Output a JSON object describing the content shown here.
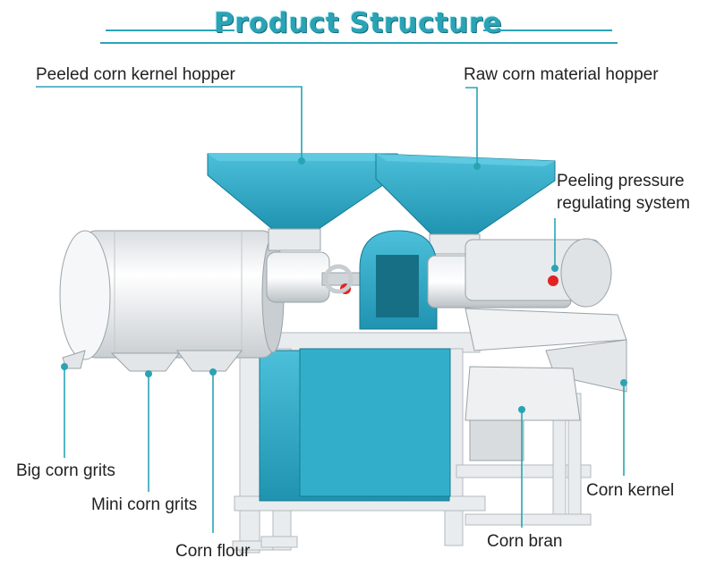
{
  "title": "Product Structure",
  "colors": {
    "accent": "#2aa3b5",
    "machine_teal": "#2aa6c4",
    "machine_white": "#f1f3f4",
    "text": "#222222"
  },
  "labels": {
    "peeled_hopper": "Peeled corn kernel hopper",
    "raw_hopper": "Raw corn material hopper",
    "peeling_pressure_line1": "Peeling pressure",
    "peeling_pressure_line2": "regulating system",
    "big_grits": "Big corn grits",
    "mini_grits": "Mini corn grits",
    "corn_flour": "Corn flour",
    "corn_bran": "Corn bran",
    "corn_kernel": "Corn kernel"
  }
}
